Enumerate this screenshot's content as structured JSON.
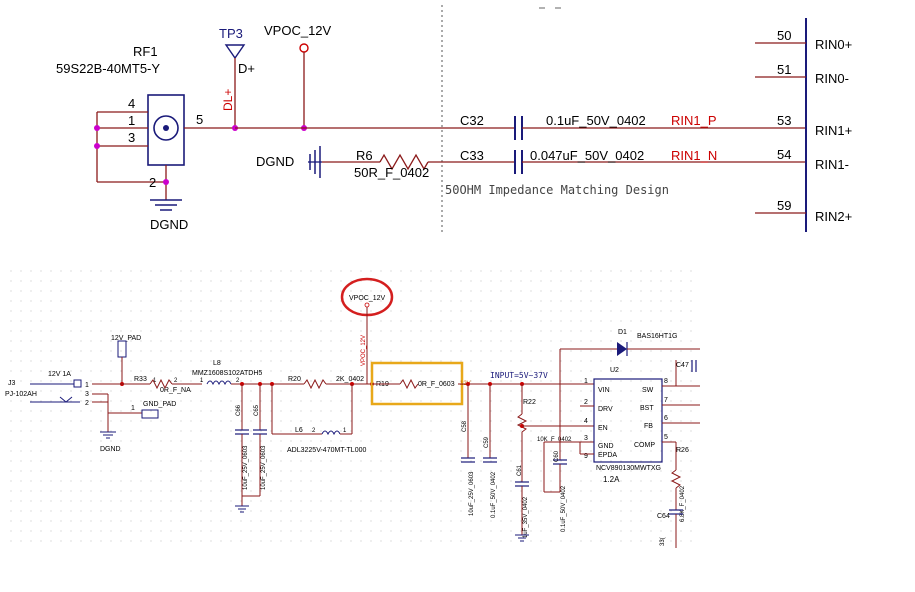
{
  "top": {
    "connector": {
      "ref": "RF1",
      "part": "59S22B-40MT5-Y",
      "pins": [
        "4",
        "1",
        "3",
        "5",
        "2"
      ]
    },
    "testpoint": {
      "ref": "TP3",
      "net": "D+"
    },
    "inductor_label": "DL+",
    "vpoc": "VPOC_12V",
    "dgnd_left": "DGND",
    "dgnd_bottom": "DGND",
    "r6": {
      "ref": "R6",
      "value": "50R_F_0402"
    },
    "c32": {
      "ref": "C32",
      "value": "0.1uF_50V_0402"
    },
    "c33": {
      "ref": "C33",
      "value": "0.047uF_50V_0402"
    },
    "net_p": "RIN1_P",
    "net_n": "RIN1_N",
    "note": "50OHM Impedance Matching Design",
    "header_pins": [
      {
        "num": "50",
        "name": "RIN0+"
      },
      {
        "num": "51",
        "name": "RIN0-"
      },
      {
        "num": "53",
        "name": "RIN1+"
      },
      {
        "num": "54",
        "name": "RIN1-"
      },
      {
        "num": "59",
        "name": "RIN2+"
      }
    ]
  },
  "bottom": {
    "jack": {
      "ref": "J3",
      "part": "PJ-102AH",
      "rating": "12V 1A",
      "pins": [
        "1",
        "3",
        "2"
      ]
    },
    "pad12": "12V_PAD",
    "gnd_pad": "GND_PAD",
    "dgnd": "DGND",
    "r33": {
      "ref": "R33",
      "value": "0R_F_NA",
      "pin1": "1",
      "pin2": "2"
    },
    "l8": {
      "ref": "L8",
      "part": "MMZ1608S102ATDH5",
      "pin1": "1",
      "pin2": "2"
    },
    "c66": {
      "ref": "C66",
      "value": "10uF_25V_0603"
    },
    "c65": {
      "ref": "C65",
      "value": "10uF_25V_0603"
    },
    "r20": {
      "ref": "R20",
      "value": "2K_0402"
    },
    "l6": {
      "ref": "L6",
      "part": "ADL3225V-470MT-TL000",
      "pin1": "1",
      "pin2": "2"
    },
    "vpoc_circled": "VPOC_12V",
    "vpoc_vertical": "VPOC_12V",
    "r19": {
      "ref": "R19",
      "value": "0R_F_0603"
    },
    "v12": "12V",
    "input_note": "INPUT=5V~37V",
    "c58": {
      "ref": "C58",
      "value": "10uF_25V_0603"
    },
    "c59": {
      "ref": "C59",
      "value": "0.1uF_50V_0402"
    },
    "r22": {
      "ref": "R22",
      "value": "10K_F_0402"
    },
    "c61": {
      "ref": "C61",
      "value": "1uF_35V_0402"
    },
    "c60": {
      "ref": "C60",
      "value": "0.1uF_50V_0402"
    },
    "d1": {
      "ref": "D1",
      "part": "BAS16HT1G"
    },
    "c47": "C47",
    "u2": {
      "ref": "U2",
      "part": "NCV890130MWTXG",
      "current": "1.2A",
      "left_pins": [
        {
          "num": "1",
          "name": "VIN"
        },
        {
          "num": "2",
          "name": "DRV"
        },
        {
          "num": "4",
          "name": "EN"
        },
        {
          "num": "3",
          "name": "GND"
        },
        {
          "num": "9",
          "name": "EPDA"
        }
      ],
      "right_pins": [
        {
          "num": "8",
          "name": "SW"
        },
        {
          "num": "7",
          "name": "BST"
        },
        {
          "num": "6",
          "name": "FB"
        },
        {
          "num": "5",
          "name": "COMP"
        }
      ]
    },
    "r26": {
      "ref": "R26",
      "value": "6.8K_F_0402"
    },
    "c64": "C64",
    "cut_text": "33("
  },
  "colors": {
    "wire": "#8b1a1a",
    "text": "#1a1a7a",
    "ref_text": "#000000",
    "net_red": "#cc0000",
    "junction": "#cc00cc",
    "highlight_circle": "#d41f1f",
    "highlight_box": "#e8a81a"
  }
}
